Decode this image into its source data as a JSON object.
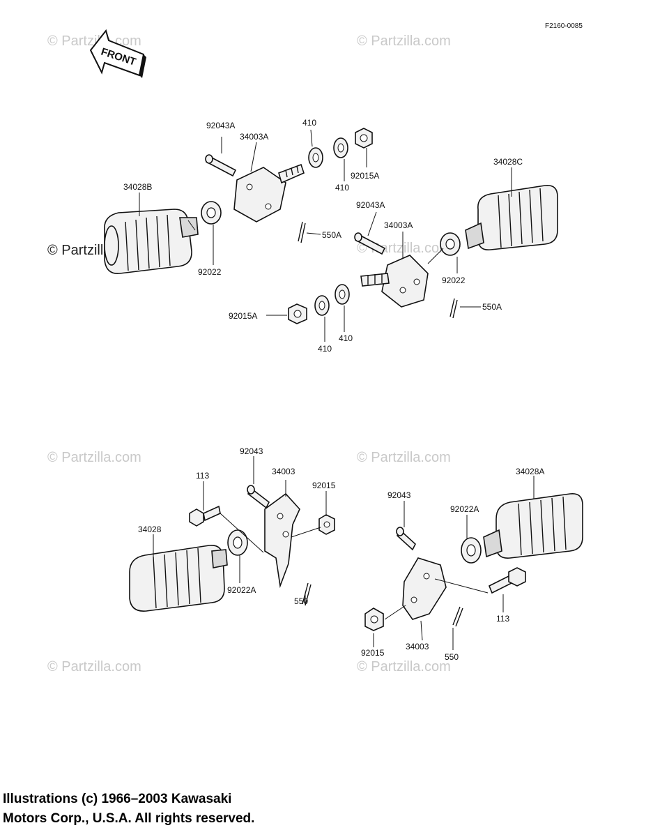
{
  "figure_code": "F2160-0085",
  "direction_label": "FRONT",
  "watermark": "© Partzilla.com",
  "copyright": {
    "line1": "Illustrations (c) 1966–2003 Kawasaki",
    "line2": "Motors Corp., U.S.A.  All rights reserved."
  },
  "parts": {
    "top_left_peg": "34028B",
    "top_left_washer": "92022",
    "top_left_pin": "92043A",
    "top_left_bracket": "34003A",
    "top_left_washer_410_a": "410",
    "top_left_washer_410_b": "410",
    "top_left_nut": "92015A",
    "top_left_cotter": "550A",
    "top_right_peg": "34028C",
    "top_right_pin": "92043A",
    "top_right_bracket": "34003A",
    "top_right_washer": "92022",
    "top_right_cotter": "550A",
    "top_right_nut": "92015A",
    "top_right_washer_410_a": "410",
    "top_right_washer_410_b": "410",
    "bottom_left_pin": "92043",
    "bottom_left_bracket": "34003",
    "bottom_left_bolt": "113",
    "bottom_left_nut": "92015",
    "bottom_left_peg": "34028",
    "bottom_left_washer": "92022A",
    "bottom_left_cotter": "550",
    "bottom_right_peg": "34028A",
    "bottom_right_pin": "92043",
    "bottom_right_washer": "92022A",
    "bottom_right_bolt": "113",
    "bottom_right_nut": "92015",
    "bottom_right_bracket": "34003",
    "bottom_right_cotter": "550"
  }
}
